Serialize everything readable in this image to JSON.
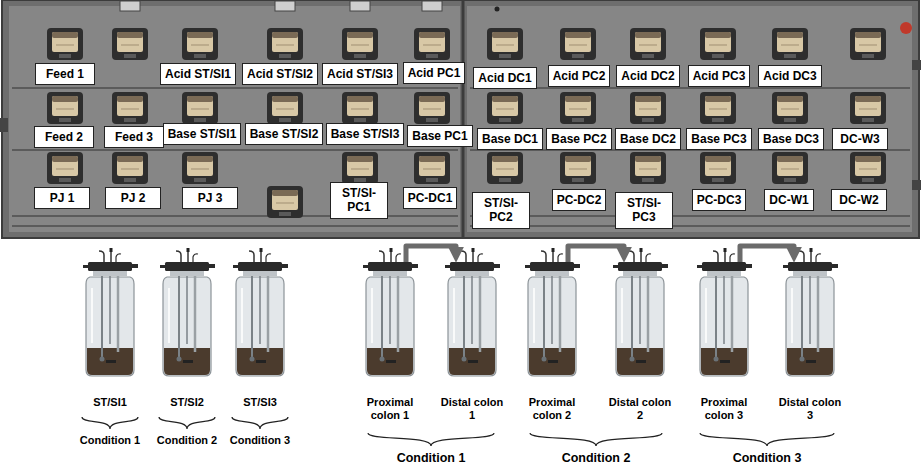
{
  "diagram": {
    "nodes": [
      {
        "text": [
          "Feed 1"
        ]
      },
      {
        "text": [
          "Acid ST/SI1"
        ]
      },
      {
        "text": [
          "Acid ST/SI2"
        ]
      },
      {
        "text": [
          "Acid ST/SI3"
        ]
      },
      {
        "text": [
          "Acid PC1"
        ]
      },
      {
        "text": [
          "Acid DC1"
        ]
      },
      {
        "text": [
          "Acid PC2"
        ]
      },
      {
        "text": [
          "Acid DC2"
        ]
      },
      {
        "text": [
          "Acid PC3"
        ]
      },
      {
        "text": [
          "Acid DC3"
        ]
      },
      {
        "text": [
          "Feed 2"
        ]
      },
      {
        "text": [
          "Feed 3"
        ]
      },
      {
        "text": [
          "Base ST/SI1"
        ]
      },
      {
        "text": [
          "Base ST/SI2"
        ]
      },
      {
        "text": [
          "Base ST/SI3"
        ]
      },
      {
        "text": [
          "Base PC1"
        ]
      },
      {
        "text": [
          "Base DC1"
        ]
      },
      {
        "text": [
          "Base PC2"
        ]
      },
      {
        "text": [
          "Base DC2"
        ]
      },
      {
        "text": [
          "Base PC3"
        ]
      },
      {
        "text": [
          "Base DC3"
        ]
      },
      {
        "text": [
          "DC-W3"
        ]
      },
      {
        "text": [
          "PJ 1"
        ]
      },
      {
        "text": [
          "PJ 2"
        ]
      },
      {
        "text": [
          "PJ 3"
        ]
      },
      {
        "text": [
          "ST/SI-PC1"
        ]
      },
      {
        "text": [
          "PC-DC1"
        ]
      },
      {
        "text": [
          "ST/SI-PC2"
        ]
      },
      {
        "text": [
          "PC-DC2"
        ]
      },
      {
        "text": [
          "ST/SI-PC3"
        ]
      },
      {
        "text": [
          "PC-DC3"
        ]
      },
      {
        "text": [
          "DC-W1"
        ]
      },
      {
        "text": [
          "DC-W2"
        ]
      },
      {
        "text": [
          "ST/SI1"
        ]
      },
      {
        "text": [
          "ST/SI2"
        ]
      },
      {
        "text": [
          "ST/SI3"
        ]
      },
      {
        "text": [
          "Proximal colon 1"
        ]
      },
      {
        "text": [
          "Distal colon 1"
        ]
      },
      {
        "text": [
          "Proximal colon 2"
        ]
      },
      {
        "text": [
          "Distal colon 2"
        ]
      },
      {
        "text": [
          "Proximal colon 3"
        ]
      },
      {
        "text": [
          "Distal colon 3"
        ]
      }
    ],
    "edges": [
      {
        "from": 36,
        "to": 37,
        "arrow": "to"
      },
      {
        "from": 38,
        "to": 39,
        "arrow": "to"
      },
      {
        "from": 40,
        "to": 41,
        "arrow": "to"
      }
    ],
    "labels": [
      "Condition 1",
      "Condition 2",
      "Condition 3",
      "Condition 1",
      "Condition 2",
      "Condition 3"
    ]
  }
}
